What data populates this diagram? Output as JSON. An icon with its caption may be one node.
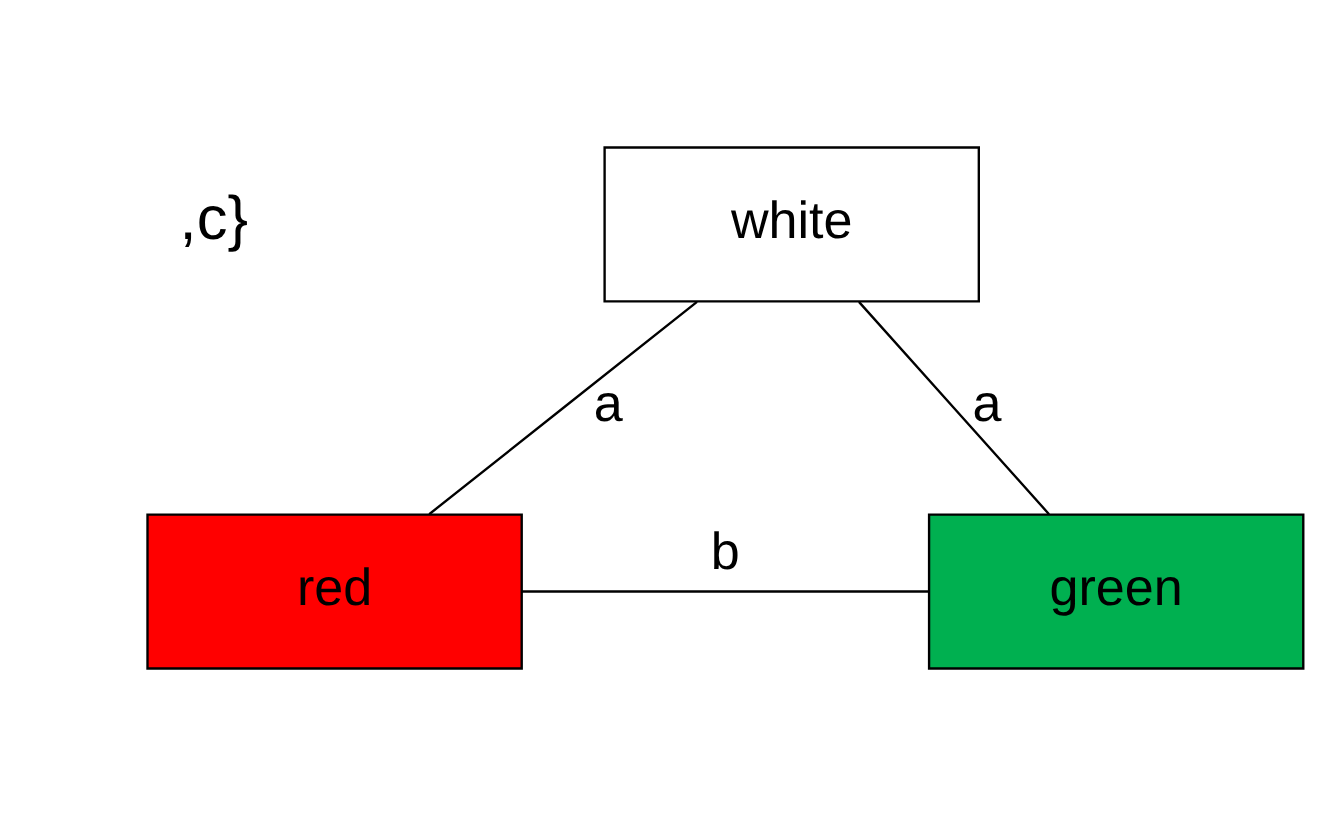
{
  "diagram": {
    "nodes": [
      {
        "text": [
          "white"
        ]
      },
      {
        "text": [
          "red"
        ]
      },
      {
        "text": [
          "green"
        ]
      }
    ],
    "edges": [
      {
        "from": 0,
        "to": 1,
        "arrow": "none",
        "label": "a"
      },
      {
        "from": 0,
        "to": 2,
        "arrow": "none",
        "label": "a"
      },
      {
        "from": 1,
        "to": 2,
        "arrow": "none",
        "label": "b"
      }
    ],
    "labels": [
      ",c}"
    ]
  }
}
